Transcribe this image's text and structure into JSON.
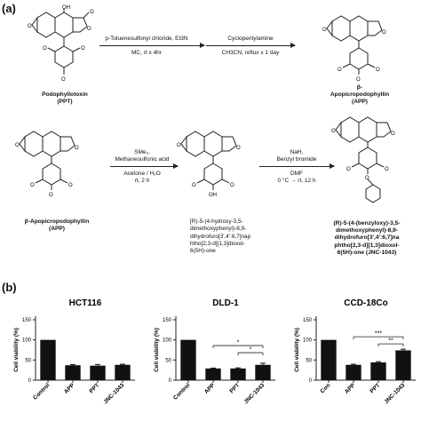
{
  "panel_a": {
    "label": "(a)",
    "compounds": {
      "ppt": "Podophyllotoxin\n(PPT)",
      "app_top": "β-\nApopicropodophyllin\n(APP)",
      "app_bottom": "β-Apopicropodophyllin\n(APP)",
      "intermediate": "[R)-5-(4-hydroxy-3,5-\ndimethoxyphenyl)-8,9-\ndihydrofuro[3',4':6,7]nap\nhtho[2,3-d][1,3]dioxol-\n6(5H)-one",
      "jnc": "(R)-5-(4-(benzyloxy)-3,5-\ndimethoxyphenyl)-8,9-\ndihydrofuro[3',4':6,7]na\nphtho[2,3-d][1,3]dioxol-\n6(5H)-one (JNC-1043)"
    },
    "reactions": {
      "r1_top": "p-Toluenesulfonyl chloride, Et3N",
      "r1_bottom": "MC, rt x 4hr",
      "r2_top": "Cyclopentylamine",
      "r2_bottom": "CH3CN, reflux x 1 day",
      "r3_top": "SMe₂,\nMethanesulfonic acid",
      "r3_bottom": "Acetone / H₂O\nrt, 2 h",
      "r4_top": "NaH,\nBenzyl bromide",
      "r4_bottom": "DMF\n0 °C → rt, 12 h"
    }
  },
  "panel_b": {
    "label": "(b)"
  },
  "chart_data": [
    {
      "type": "bar",
      "title": "HCT116",
      "ylabel": "Cell viability (%)",
      "ylim": [
        0,
        150
      ],
      "yticks": [
        0,
        50,
        100,
        150
      ],
      "categories": [
        "Control",
        "APP",
        "PPT",
        "JNC-1043"
      ],
      "values": [
        100,
        37,
        36,
        38
      ],
      "errors": [
        0,
        1.5,
        3,
        1.5
      ],
      "significance": []
    },
    {
      "type": "bar",
      "title": "DLD-1",
      "ylabel": "Cell viability (%)",
      "ylim": [
        0,
        150
      ],
      "yticks": [
        0,
        50,
        100,
        150
      ],
      "categories": [
        "Control",
        "APP",
        "PPT",
        "JNC-1043"
      ],
      "values": [
        100,
        29,
        29,
        38
      ],
      "errors": [
        0,
        1,
        1.5,
        4
      ],
      "significance": [
        {
          "from": 1,
          "to": 3,
          "label": "*"
        },
        {
          "from": 2,
          "to": 3,
          "label": "*"
        }
      ]
    },
    {
      "type": "bar",
      "title": "CCD-18Co",
      "ylabel": "Cell viability (%)",
      "ylim": [
        0,
        150
      ],
      "yticks": [
        0,
        50,
        100,
        150
      ],
      "categories": [
        "Con",
        "APP",
        "PPT",
        "JNC-1043"
      ],
      "values": [
        100,
        38,
        44,
        74
      ],
      "errors": [
        0,
        1.5,
        2,
        3
      ],
      "significance": [
        {
          "from": 1,
          "to": 3,
          "label": "***"
        },
        {
          "from": 2,
          "to": 3,
          "label": "**"
        }
      ]
    }
  ]
}
